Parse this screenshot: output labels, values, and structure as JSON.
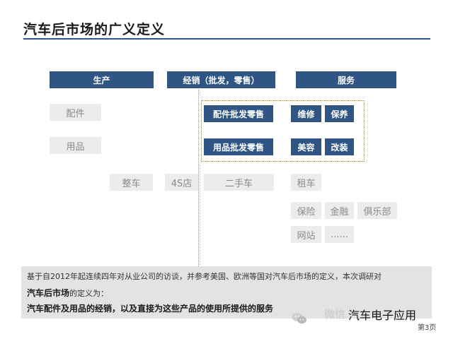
{
  "title": "汽车后市场的广义定义",
  "headers": {
    "production": "生产",
    "distribution": "经销（批发，零售）",
    "service": "服务"
  },
  "production_items": {
    "parts": "配件",
    "supplies": "用品"
  },
  "distribution_items": {
    "vehicle": "整车",
    "dealer_4s": "4S店",
    "parts_wholesale_retail": "配件批发零售",
    "supplies_wholesale_retail": "用品批发零售",
    "used_car": "二手车"
  },
  "service_items": {
    "repair": "维修",
    "maintenance": "保养",
    "beauty": "美容",
    "modification": "改装",
    "rental": "租车",
    "insurance": "保险",
    "finance": "金融",
    "club": "俱乐部",
    "website": "网站",
    "more": "......"
  },
  "footer": {
    "line1": "基于自2012年起连续四年对从业公司的访谈，并参考美国、欧洲等国对汽车后市场的定义，本次调研对",
    "line2_bold": "汽车后市场",
    "line2_rest": "的定义为：",
    "line3": "汽车配件及用品的经销，以及直接为这些产品的使用所提供的服务"
  },
  "watermark": {
    "faint": "微信",
    "brand": "汽车电子应用",
    "icon": "wechat-icon"
  },
  "page_number": "第3页",
  "colors": {
    "header_blue": "#2e5584",
    "gray_box": "#ececec",
    "footer_bg": "#e3e3e3"
  }
}
